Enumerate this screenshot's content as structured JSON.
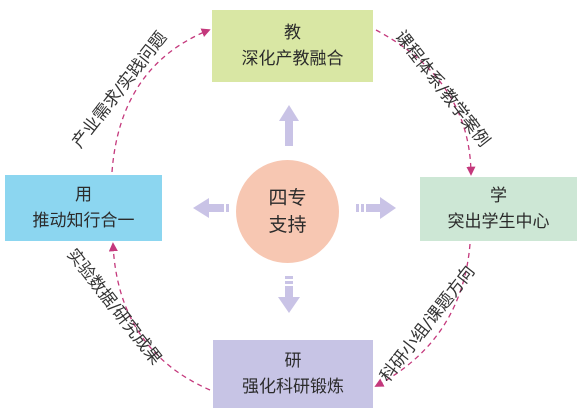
{
  "center": {
    "line1": "四专",
    "line2": "支持"
  },
  "nodes": {
    "top": {
      "title": "教",
      "subtitle": "深化产教融合"
    },
    "right": {
      "title": "学",
      "subtitle": "突出学生中心"
    },
    "bottom": {
      "title": "研",
      "subtitle": "强化科研锻炼"
    },
    "left": {
      "title": "用",
      "subtitle": "推动知行合一"
    }
  },
  "edges": {
    "top_to_right": "课程体系/教学案例",
    "right_to_bottom": "科研小组/课题方向",
    "bottom_to_left": "实验数据/研究成果",
    "left_to_top": "产业需求/实践问题"
  },
  "colors": {
    "top_box": "#d9e7a4",
    "right_box": "#cde7d5",
    "bottom_box": "#c7c4e5",
    "left_box": "#8cd6f0",
    "center_circle": "#f7c7b2",
    "arrow": "#c9c3e6",
    "cycle_line": "#c4387c"
  }
}
